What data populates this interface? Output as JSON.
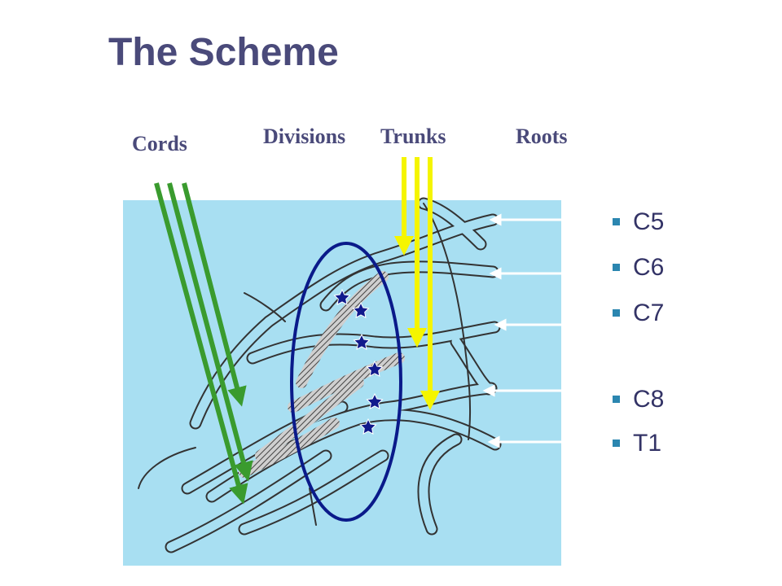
{
  "title": "The Scheme",
  "labels": {
    "cords": "Cords",
    "divisions": "Divisions",
    "trunks": "Trunks",
    "roots": "Roots"
  },
  "root_list": [
    "C5",
    "C6",
    "C7",
    "C8",
    "T1"
  ],
  "colors": {
    "title": "#4a4a7a",
    "panel_bg": "#a8dff2",
    "green_arrows": "#3a9b2e",
    "yellow_arrows": "#f5f500",
    "ellipse": "#0a1a8a",
    "stars": "#101a8c",
    "bullet": "#2b86b0"
  },
  "icons": [
    "star-icon",
    "arrow-icon",
    "square-bullet-icon"
  ]
}
